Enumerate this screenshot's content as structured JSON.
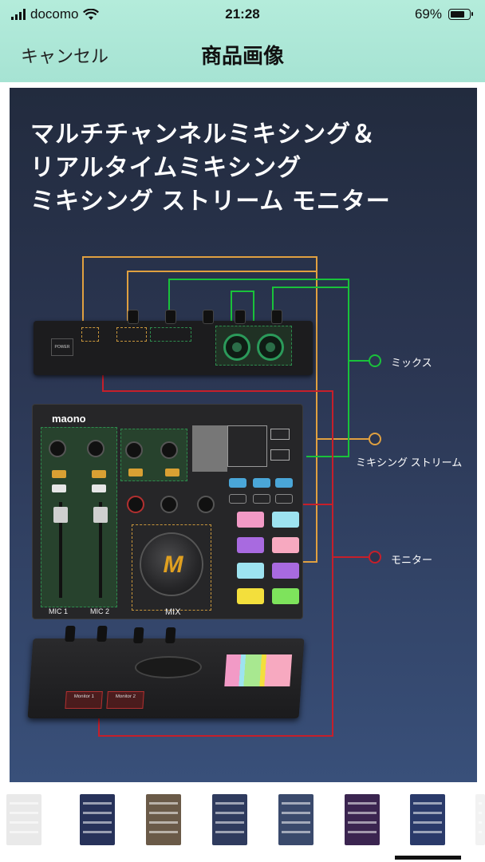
{
  "status": {
    "carrier": "docomo",
    "time": "21:28",
    "battery": "69%",
    "battery_level": 0.69
  },
  "nav": {
    "cancel_label": "キャンセル",
    "title": "商品画像"
  },
  "product": {
    "headline": [
      "マルチチャンネルミキシング＆",
      "リアルタイムミキシング",
      "ミキシング ストリーム  モニター"
    ],
    "routes": [
      {
        "label": "ミックス",
        "color": "#19c23a"
      },
      {
        "label": "ミキシング ストリーム",
        "color": "#e0a040"
      },
      {
        "label": "モニター",
        "color": "#c61f2a"
      }
    ],
    "device": {
      "brand": "maono",
      "power_label": "POWER",
      "ch1": "MIC 1",
      "ch2": "MIC 2",
      "mix": "MIX",
      "monitor1": "Monitor 1",
      "monitor2": "Monitor 2"
    }
  },
  "thumbnails": {
    "selected_index": 6,
    "items": [
      {
        "color": "#e9e9e9"
      },
      {
        "color": "#27325a"
      },
      {
        "color": "#6a5a48"
      },
      {
        "color": "#2f3b5e"
      },
      {
        "color": "#3a4a6c"
      },
      {
        "color": "#3b2550"
      },
      {
        "color": "#2a3a6a"
      },
      {
        "color": "#f2f2f2"
      }
    ]
  }
}
